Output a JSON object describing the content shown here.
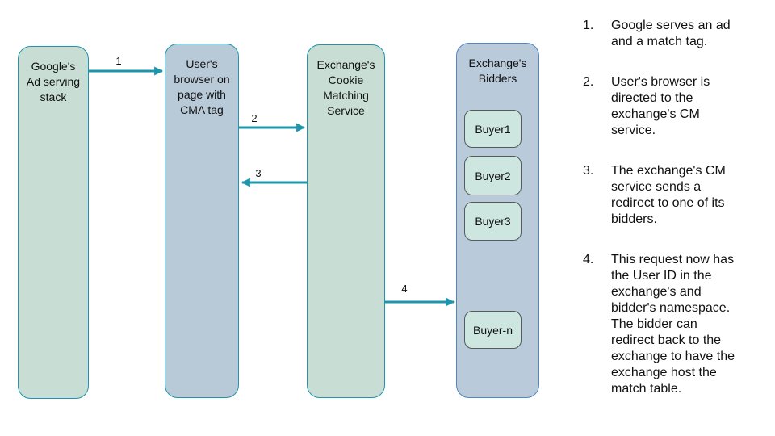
{
  "colors": {
    "teal": "#1D96AC",
    "lane-green": "#C8DED5",
    "lane-blue": "#B8C9D8",
    "bidders-fill": "#B9CADB",
    "bidders-border": "#4F86C6",
    "buyer-fill": "#CDE7E0",
    "buyer-border": "#595959",
    "text": "#111111"
  },
  "diagram": {
    "lanes": [
      {
        "id": "google-ad-stack",
        "label": "Google's\nAd serving\nstack"
      },
      {
        "id": "user-browser",
        "label": "User's\nbrowser on\npage with\nCMA tag"
      },
      {
        "id": "exchange-cm-service",
        "label": "Exchange's\nCookie\nMatching\nService"
      },
      {
        "id": "exchange-bidders",
        "label": "Exchange's\nBidders"
      }
    ],
    "buyers": [
      "Buyer1",
      "Buyer2",
      "Buyer3",
      "Buyer-n"
    ],
    "arrows": [
      {
        "label": "1"
      },
      {
        "label": "2"
      },
      {
        "label": "3"
      },
      {
        "label": "4"
      }
    ]
  },
  "notes": {
    "items": [
      {
        "num": "1.",
        "text": "Google serves an ad\nand a match tag."
      },
      {
        "num": "2.",
        "text": "User's browser is\ndirected to the\nexchange's CM\nservice."
      },
      {
        "num": "3.",
        "text": "The exchange's CM\nservice sends a\nredirect to one of its\nbidders."
      },
      {
        "num": "4.",
        "text": "This request now has\nthe User ID in the\nexchange's and\nbidder's namespace.\nThe bidder can\nredirect back to the\nexchange to have the\nexchange host the\nmatch table."
      }
    ]
  }
}
